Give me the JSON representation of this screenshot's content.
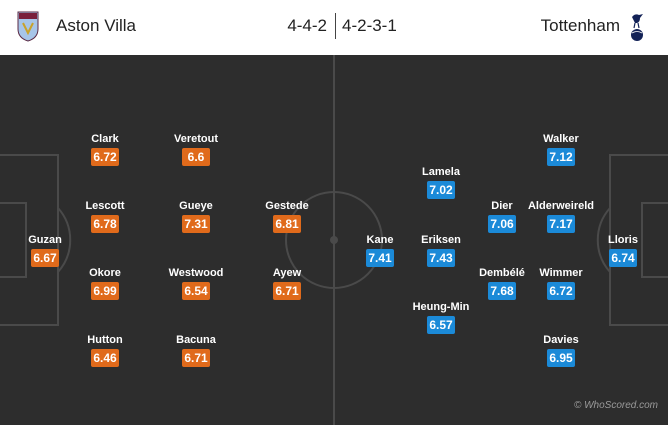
{
  "home": {
    "name": "Aston Villa",
    "formation": "4-4-2",
    "color": "#e06a1b",
    "crest_icon": "aston-villa-crest-icon",
    "players": [
      {
        "name": "Guzan",
        "rating": "6.67"
      },
      {
        "name": "Clark",
        "rating": "6.72"
      },
      {
        "name": "Lescott",
        "rating": "6.78"
      },
      {
        "name": "Okore",
        "rating": "6.99"
      },
      {
        "name": "Hutton",
        "rating": "6.46"
      },
      {
        "name": "Veretout",
        "rating": "6.6"
      },
      {
        "name": "Gueye",
        "rating": "7.31"
      },
      {
        "name": "Westwood",
        "rating": "6.54"
      },
      {
        "name": "Bacuna",
        "rating": "6.71"
      },
      {
        "name": "Gestede",
        "rating": "6.81"
      },
      {
        "name": "Ayew",
        "rating": "6.71"
      }
    ]
  },
  "away": {
    "name": "Tottenham",
    "formation": "4-2-3-1",
    "color": "#1b8ad8",
    "crest_icon": "tottenham-crest-icon",
    "players": [
      {
        "name": "Lloris",
        "rating": "6.74"
      },
      {
        "name": "Walker",
        "rating": "7.12"
      },
      {
        "name": "Alderweireld",
        "rating": "7.17"
      },
      {
        "name": "Wimmer",
        "rating": "6.72"
      },
      {
        "name": "Davies",
        "rating": "6.95"
      },
      {
        "name": "Dier",
        "rating": "7.06"
      },
      {
        "name": "Dembélé",
        "rating": "7.68"
      },
      {
        "name": "Lamela",
        "rating": "7.02"
      },
      {
        "name": "Eriksen",
        "rating": "7.43"
      },
      {
        "name": "Heung-Min",
        "rating": "6.57"
      },
      {
        "name": "Kane",
        "rating": "7.41"
      }
    ]
  },
  "pitch_color": "#2d2d2d",
  "watermark": "© WhoScored.com"
}
